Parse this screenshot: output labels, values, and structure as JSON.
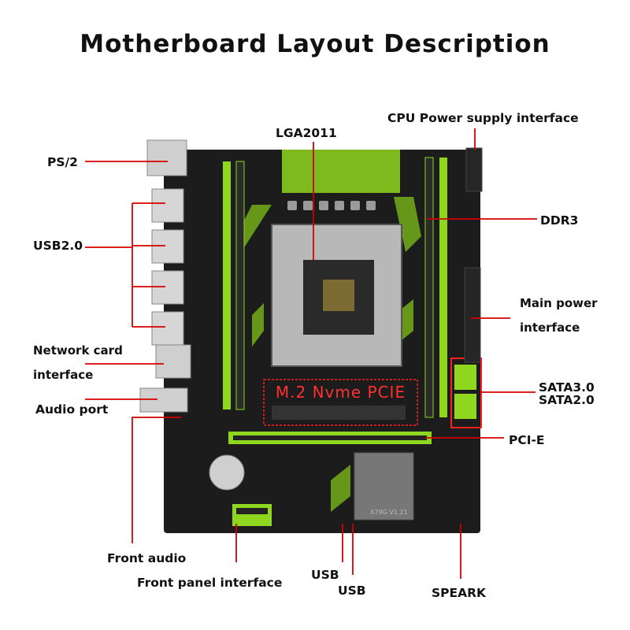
{
  "title": "Motherboard Layout Description",
  "labels": {
    "ps2": "PS/2",
    "usb20": "USB2.0",
    "network_line1": "Network card",
    "network_line2": "interface",
    "audio_port": "Audio port",
    "front_audio": "Front audio",
    "front_panel": "Front panel interface",
    "usb_a": "USB",
    "usb_b": "USB",
    "speark": "SPEARK",
    "lga": "LGA2011",
    "cpu_power": "CPU Power supply interface",
    "ddr3": "DDR3",
    "main_power_line1": "Main power",
    "main_power_line2": "interface",
    "sata3": "SATA3.0",
    "sata2": "SATA2.0",
    "pcie": "PCI-E",
    "m2": "M.2 Nvme PCIE"
  },
  "board": {
    "silkscreen": "X79G V1.21"
  },
  "colors": {
    "accent_line": "#d40000",
    "pcb": "#1c1c1c",
    "slot_green": "#8fd61e",
    "highlight": "#ff2020"
  }
}
